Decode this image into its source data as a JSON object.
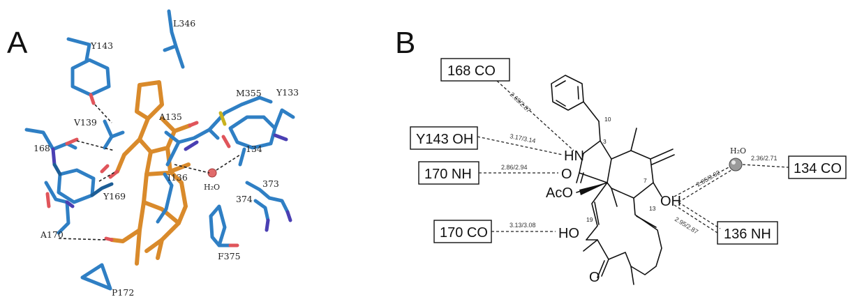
{
  "panel_a": {
    "letter": "A",
    "residues": {
      "l346": "L346",
      "y143": "Y143",
      "m355": "M355",
      "y133": "Y133",
      "v139": "V139",
      "a135": "A135",
      "r168": "168",
      "r134": "134",
      "i136": "I136",
      "water": "H₂O",
      "r373": "373",
      "y169": "Y169",
      "r374": "374",
      "a170": "A170",
      "f375": "F375",
      "p172": "P172"
    }
  },
  "panel_b": {
    "letter": "B",
    "boxes": {
      "co168": "168 CO",
      "oh_y143": "Y143 OH",
      "nh170": "170 NH",
      "co170": "170 CO",
      "co134": "134 CO",
      "nh136": "136 NH"
    },
    "distances": {
      "d168": "2.69/2.87",
      "d143": "3.17/3.14",
      "d170nh": "2.86/2.94",
      "d170co": "3.13/3.08",
      "d134": "2.36/2.71",
      "dwater": "2.85/3.02",
      "d136": "2.95/2.87"
    },
    "water_label": "H₂O",
    "atoms": {
      "hn": "HN",
      "o_lactam": "O",
      "aco": "AcO",
      "oh": "OH",
      "ho": "HO",
      "o_ketone": "O"
    },
    "numbers": {
      "n10": "10",
      "n3": "3",
      "n7": "7",
      "n13": "13",
      "n19": "19"
    }
  }
}
